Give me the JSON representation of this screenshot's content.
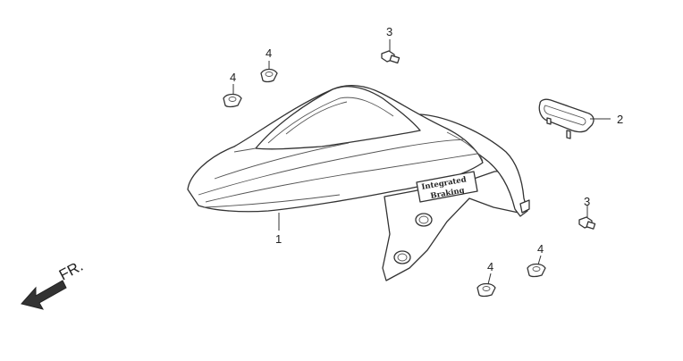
{
  "diagram": {
    "decal_text": [
      "Integrated",
      "Braking"
    ],
    "direction_label": "FR.",
    "callouts": [
      "1",
      "2",
      "3",
      "4"
    ],
    "parts": [
      {
        "callout": "1",
        "icon": "front-fender-icon"
      },
      {
        "callout": "2",
        "icon": "reflector-icon"
      },
      {
        "callout": "3",
        "icon": "bolt-icon"
      },
      {
        "callout": "4",
        "icon": "clip-nut-icon"
      }
    ]
  },
  "colors": {
    "line": "#333333",
    "background": "#ffffff"
  }
}
